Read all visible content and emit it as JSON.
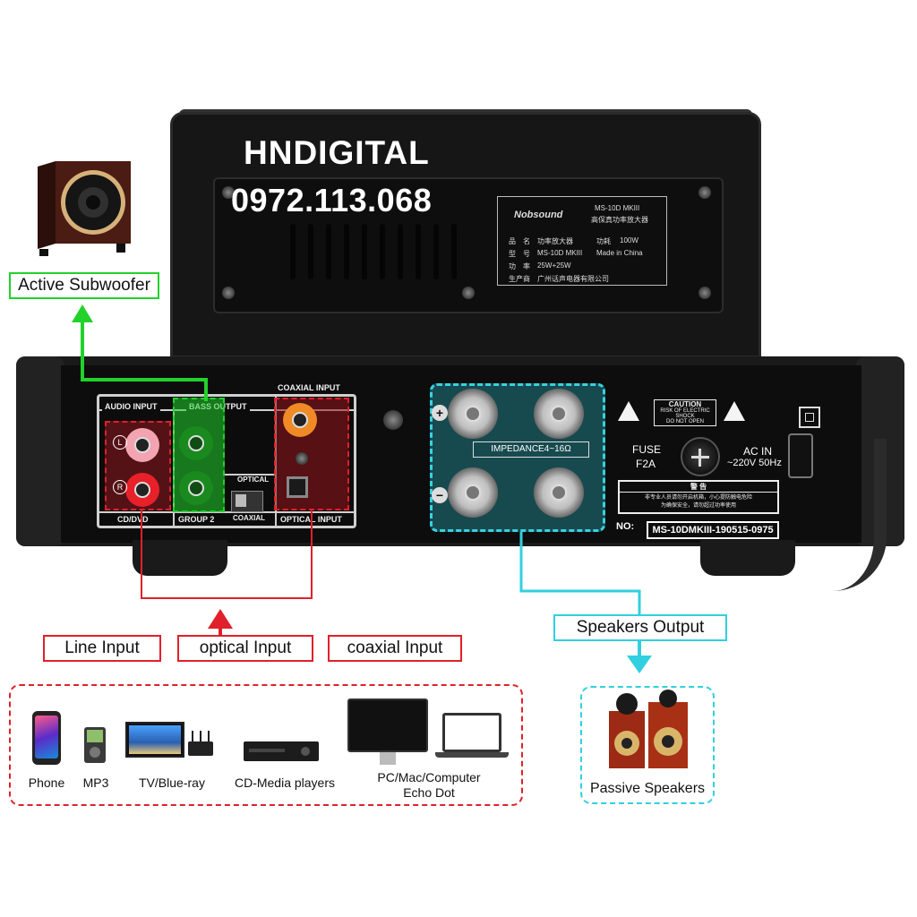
{
  "watermark": {
    "brand": "HNDIGITAL",
    "phone": "0972.113.068"
  },
  "device_label": {
    "brand": "Nobsound",
    "model_line": "MS-10D MKIII",
    "subtitle": "高保真功率放大器",
    "name_key": "品　名",
    "name_value": "功率放大器",
    "power_key": "功耗",
    "power_value": "100W",
    "model_key": "型　号",
    "model_value": "MS-10D MKIII",
    "made": "Made in China",
    "rating_key": "功　率",
    "rating_value": "25W+25W",
    "maker_key": "生产商",
    "maker_value": "广州话声电器有限公司"
  },
  "panel": {
    "audio_input": "AUDIO INPUT",
    "bass_output": "BASS OUTPUT",
    "coaxial_input": "COAXIAL INPUT",
    "optical": "OPTICAL",
    "coaxial": "COAXIAL",
    "cd_dvd": "CD/DVD",
    "group2": "GROUP 2",
    "optical_input": "OPTICAL INPUT",
    "left": "L",
    "right": "R",
    "impedance": "IMPEDANCE4~16Ω",
    "plus": "+",
    "minus": "−",
    "caution_title": "CAUTION",
    "caution_line1": "RISK OF ELECTRIC SHOCK",
    "caution_line2": "DO NOT OPEN",
    "fuse": "FUSE",
    "fuse_value": "F2A",
    "ac_in": "AC IN",
    "ac_value": "~220V 50Hz",
    "notice_title": "警 告",
    "notice_line1": "非专业人员请勿开启机箱，小心提防触电危险",
    "notice_line2": "为确保安全，请勿超过功率使用",
    "serial_key": "NO:",
    "serial_value": "MS-10DMKIII-190515-0975"
  },
  "annotations": {
    "active_subwoofer": "Active Subwoofer",
    "line_input": "Line Input",
    "optical_input": "optical  Input",
    "coaxial_input": "coaxial  Input",
    "speakers_output": "Speakers Output",
    "passive_speakers": "Passive Speakers"
  },
  "sources": [
    "Phone",
    "MP3",
    "TV/Blue-ray",
    "CD-Media players",
    "PC/Mac/Computer",
    "Echo Dot"
  ],
  "colors": {
    "green": "#22d22b",
    "red": "#e0202a",
    "cyan": "#32cfe0",
    "chassis": "#161616"
  }
}
